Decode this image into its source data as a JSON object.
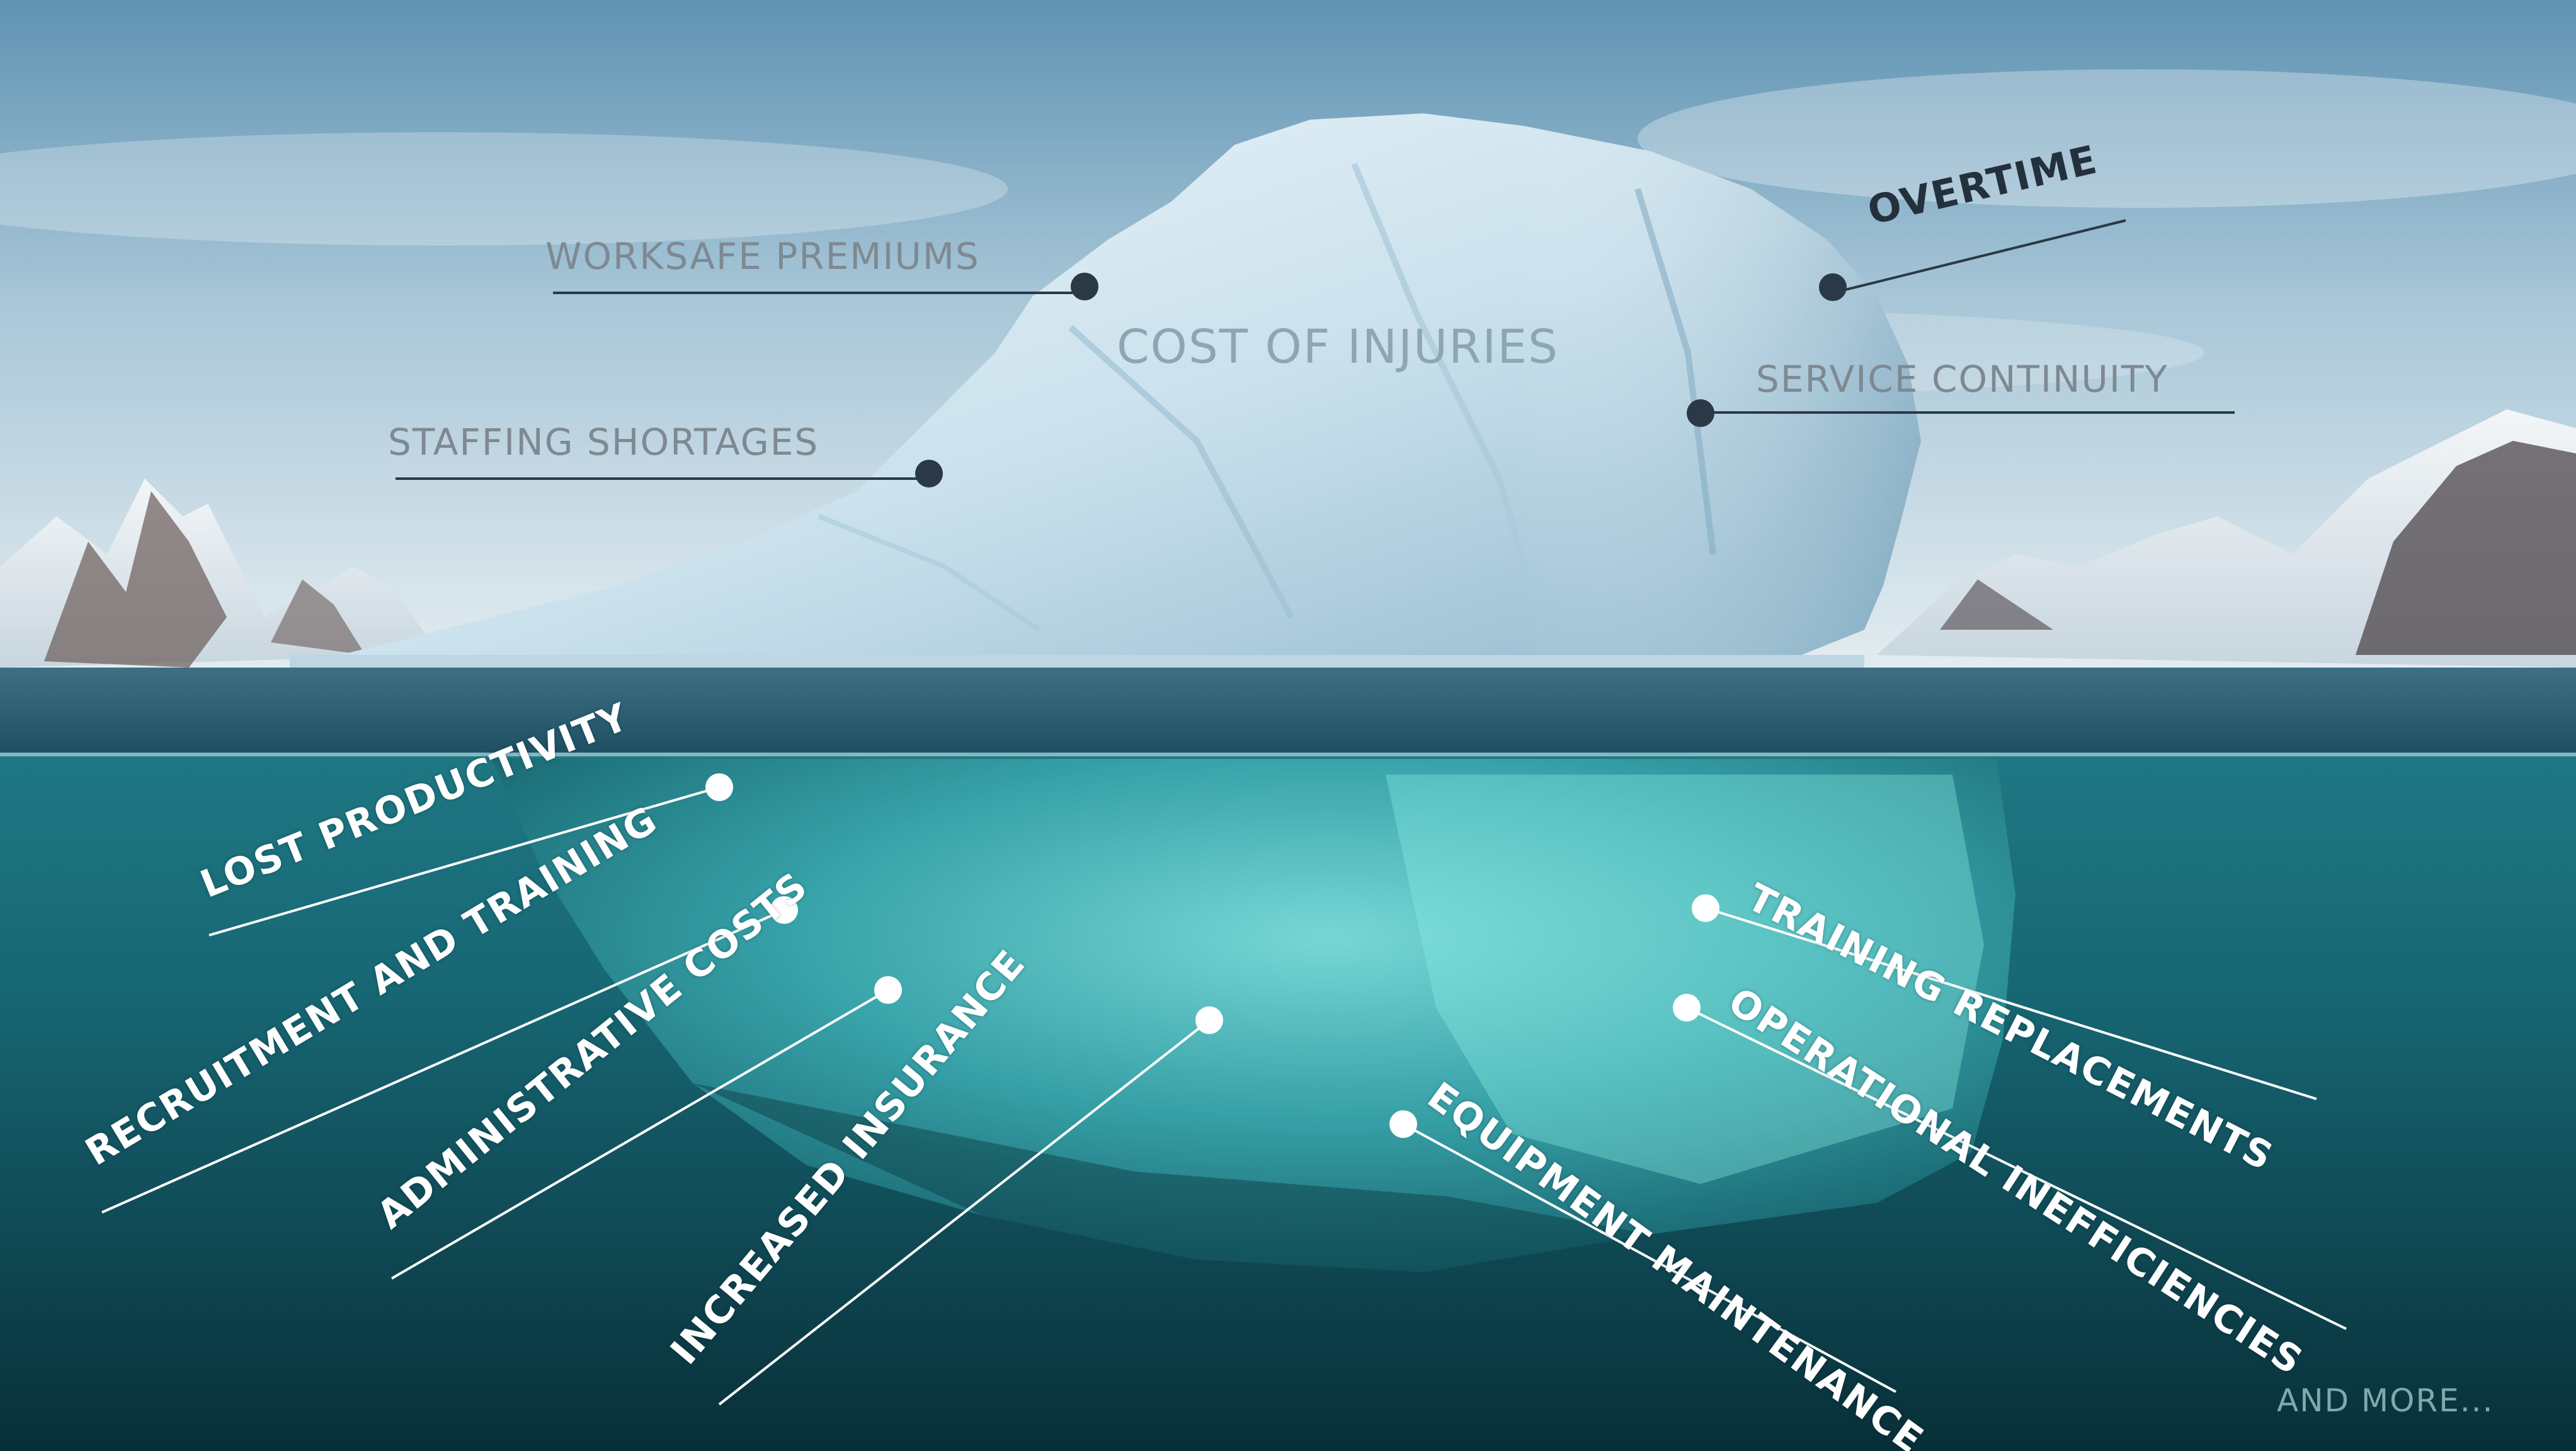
{
  "title": "COST OF INJURIES",
  "above_water": {
    "worksafe": "WORKSAFE PREMIUMS",
    "staffing": "STAFFING SHORTAGES",
    "overtime": "OVERTIME",
    "service": "SERVICE CONTINUITY"
  },
  "below_water": {
    "lost_productivity": "LOST PRODUCTIVITY",
    "recruitment": "RECRUITMENT AND TRAINING",
    "administrative": "ADMINISTRATIVE COSTS",
    "insurance": "INCREASED INSURANCE",
    "equipment": "EQUIPMENT MAINTENANCE",
    "operational": "OPERATIONAL INEFFICIENCIES",
    "training_replacements": "TRAINING REPLACEMENTS"
  },
  "footer": "AND MORE...",
  "colors": {
    "sky_top": "#6f9fbb",
    "sky_horizon": "#dfe9ee",
    "water_surface": "#1c6f7b",
    "water_deep": "#0b3f49",
    "ice_light": "#e8f3f8",
    "ice_shadow": "#9cc0d3",
    "underwater_ice": "#54c0c5",
    "leader_dark": "#2b3846",
    "leader_light": "#ffffff"
  }
}
